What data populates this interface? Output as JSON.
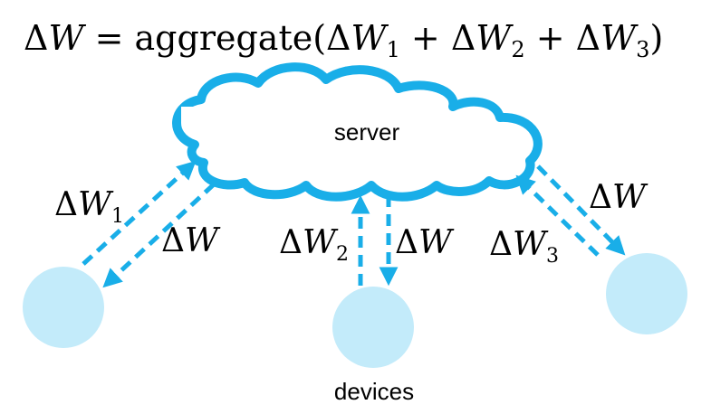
{
  "equation": {
    "delta": "Δ",
    "lhs": "W",
    "equals": " = ",
    "func": "aggregate",
    "open": "(",
    "term1": "W",
    "sub1": "1",
    "plus": " + ",
    "term2": "W",
    "sub2": "2",
    "term3": "W",
    "sub3": "3",
    "close": ")"
  },
  "server_label": "server",
  "devices_label": "devices",
  "edges": [
    {
      "up_label": "W",
      "up_sub": "1",
      "down_label": "W"
    },
    {
      "up_label": "W",
      "up_sub": "2",
      "down_label": "W"
    },
    {
      "up_label": "W",
      "up_sub": "3",
      "down_label": "W"
    }
  ],
  "colors": {
    "cloud_stroke": "#19aee8",
    "arrow": "#19aee8",
    "device_fill": "#c3ebfa"
  }
}
